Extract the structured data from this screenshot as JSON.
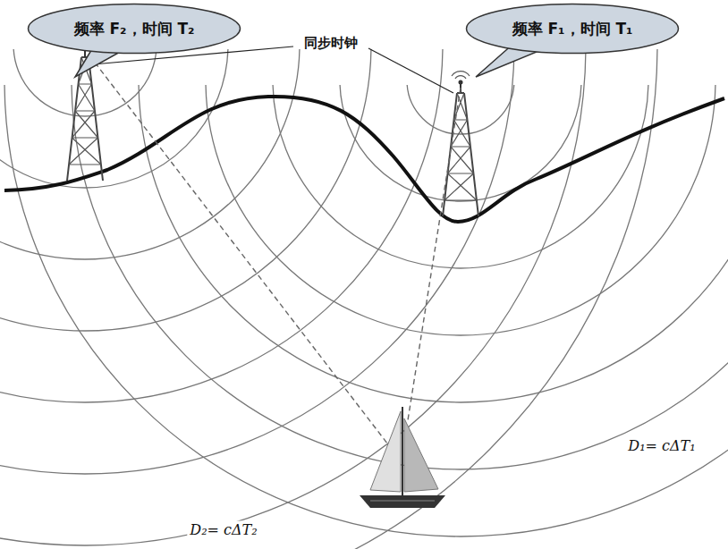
{
  "diagram": {
    "nodes": [
      {
        "text": [
          "频率 F₂，时间 T₂"
        ]
      },
      {
        "text": [
          "频率 F₁，时间 T₁"
        ]
      }
    ],
    "labels": [
      "同步时钟",
      "D₁= cΔT₁",
      "D₂= cΔT₂"
    ]
  }
}
